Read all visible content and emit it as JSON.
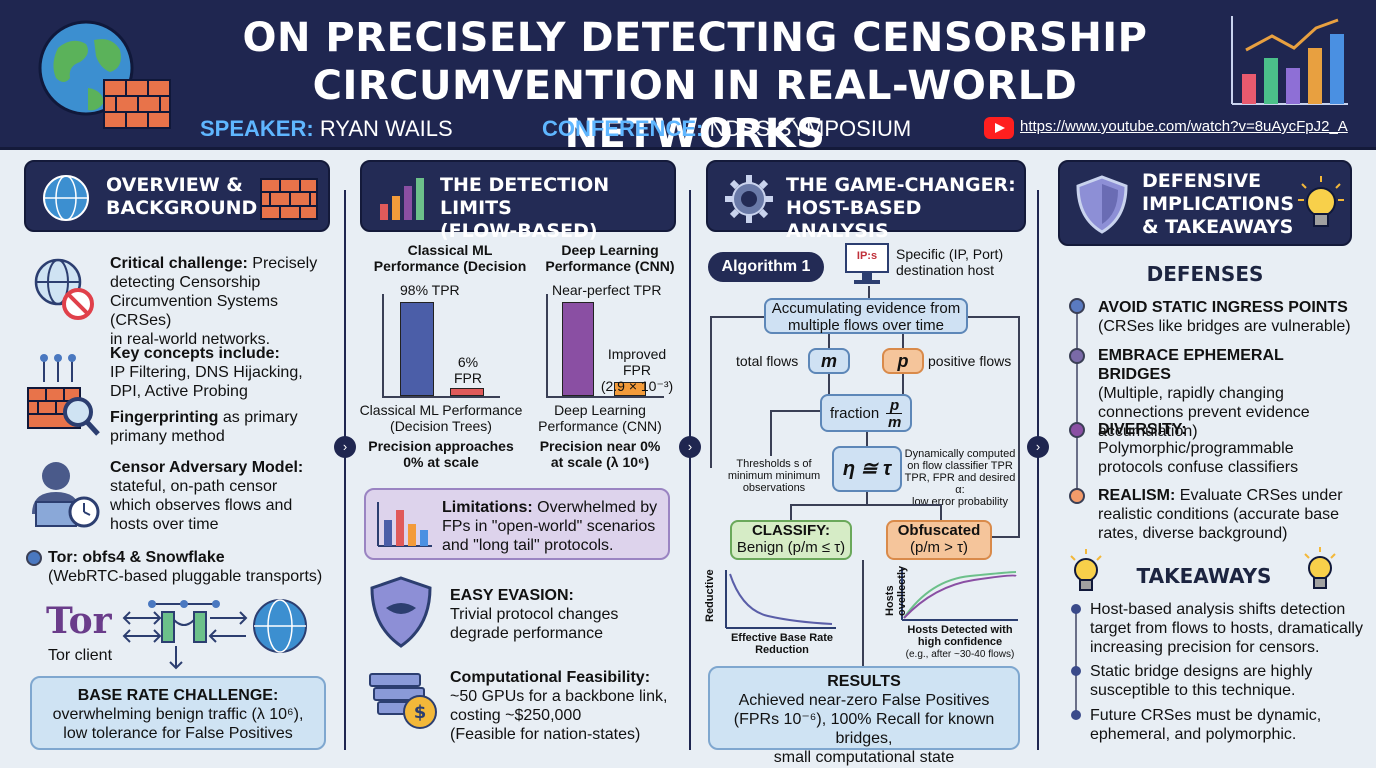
{
  "header": {
    "title_line1": "ON PRECISELY DETECTING CENSORSHIP",
    "title_line2": "CIRCUMVENTION IN REAL-WORLD NETWORKS",
    "speaker_label": "SPEAKER:",
    "speaker_name": "RYAN WAILS",
    "conference_label": "CONFERENCE:",
    "conference_name": "NDSS SYMPOSIUM",
    "url": "https://www.youtube.com/watch?v=8uAycFpJ2_A"
  },
  "col1": {
    "heading_line1": "OVERVIEW &",
    "heading_line2": "BACKGROUND",
    "challenge_bold": "Critical challenge:",
    "challenge_text1": "Precisely",
    "challenge_text2": "detecting Censorship",
    "challenge_text3": "Circumvention Systems (CRSes)",
    "challenge_text4": "in real-world networks.",
    "concepts_bold": "Key concepts include:",
    "concepts_text1": "IP Filtering, DNS Hijacking,",
    "concepts_text2": "DPI, Active Probing",
    "fp_bold": "Fingerprinting",
    "fp_text1": "as primary",
    "fp_text2": "primany method",
    "adv_bold": "Censor Adversary Model:",
    "adv_text1": "stateful, on-path censor",
    "adv_text2": "which observes flows and",
    "adv_text3": "hosts over time",
    "tor_bold": "Tor: obfs4 & Snowflake",
    "tor_text": "(WebRTC-based pluggable transports)",
    "tor_logo": "Tor",
    "tor_client": "Tor client",
    "base_bold": "BASE RATE CHALLENGE:",
    "base_text1": "overwhelming benign traffic (λ 10⁶),",
    "base_text2": "low tolerance for False Positives"
  },
  "col2": {
    "heading_line1": "THE DETECTION LIMITS",
    "heading_line2": "(FLOW-BASED)",
    "classical_title1": "Classical ML",
    "classical_title2": "Performance (Decision",
    "classical_tpr": "98% TPR",
    "classical_fpr1": "6%",
    "classical_fpr2": "FPR",
    "classical_caption1": "Classical ML Performance",
    "classical_caption2": "(Decision Trees)",
    "classical_prec1": "Precision approaches",
    "classical_prec2": "0% at scale",
    "deep_title1": "Deep Learning",
    "deep_title2": "Performance (CNN)",
    "deep_tpr": "Near-perfect TPR",
    "deep_fpr1": "Improved FPR",
    "deep_fpr2": "(2.9 × 10⁻³)",
    "deep_caption1": "Deep Learning",
    "deep_caption2": "Performance (CNN)",
    "deep_prec1": "Precision near 0%",
    "deep_prec2": "at scale (λ 10⁶)",
    "limit_bold": "Limitations:",
    "limit_text1": "Overwhelmed by",
    "limit_text2": "FPs in \"open-world\" scenarios",
    "limit_text3": "and \"long tail\" protocols.",
    "evasion_bold": "EASY EVASION:",
    "evasion_text1": "Trivial protocol changes",
    "evasion_text2": "degrade performance",
    "comp_bold": "Computational Feasibility:",
    "comp_text1": "~50 GPUs for a backbone link,",
    "comp_text2": "costing ~$250,000",
    "comp_text3": "(Feasible for nation-states)"
  },
  "col3": {
    "heading_line1": "THE GAME-CHANGER:",
    "heading_line2": "HOST-BASED ANALYSIS",
    "algo": "Algorithm 1",
    "monitor_label": "IP:s",
    "host_text1": "Specific (IP, Port)",
    "host_text2": "destination host",
    "accum1": "Accumulating evidence from",
    "accum2": "multiple flows over time",
    "total_flows": "total flows",
    "m": "m",
    "p": "p",
    "positive_flows": "positive flows",
    "fraction": "fraction",
    "frac_p": "p",
    "frac_m": "m",
    "eta": "η ≅ τ",
    "thresh1": "Thresholds s of",
    "thresh2": "minimum minimum",
    "thresh3": "observations",
    "dyn1": "Dynamically computed",
    "dyn2": "on flow classifier TPR",
    "dyn3": "TPR, FPR and desired α:",
    "dyn4": "low error probability",
    "classify_bold": "CLASSIFY:",
    "classify_text": "Benign (p/m ≤ τ)",
    "obf_bold": "Obfuscated",
    "obf_text": "(p/m > τ)",
    "reductive": "Reductive",
    "base_red1": "Effective Base Rate",
    "base_red2": "Reduction",
    "hosts_axis1": "Hosts",
    "hosts_axis2": "ovellectly",
    "hosts_det1": "Hosts Detected with",
    "hosts_det2": "high confidence",
    "hosts_det3": "(e.g., after ~30-40 flows)",
    "results_bold": "RESULTS",
    "results1": "Achieved near-zero False Positives",
    "results2": "(FPRs 10⁻⁶), 100% Recall for known bridges,",
    "results3": "small computational state"
  },
  "col4": {
    "heading_line1": "DEFENSIVE",
    "heading_line2": "IMPLICATIONS",
    "heading_line3": "& TAKEAWAYS",
    "defenses": "DEFENSES",
    "d1_bold": "AVOID STATIC INGRESS POINTS",
    "d1_text": "(CRSes like bridges are vulnerable)",
    "d2_bold": "EMBRACE EPHEMERAL BRIDGES",
    "d2_text1": "(Multiple, rapidly changing",
    "d2_text2": "connections prevent evidence",
    "d2_text3": "accumulation)",
    "d3_bold": "DIVERSITY:",
    "d3_text1": "Polymorphic/programmable",
    "d3_text2": "protocols confuse classifiers",
    "d4_bold": "REALISM:",
    "d4_text1": "Evaluate CRSes under",
    "d4_text2": "realistic conditions (accurate base",
    "d4_text3": "rates, diverse background)",
    "takeaways": "TAKEAWAYS",
    "t1_1": "Host-based analysis shifts detection",
    "t1_2": "target from flows to hosts, dramatically",
    "t1_3": "increasing precision for censors.",
    "t2_1": "Static bridge designs are highly",
    "t2_2": "susceptible to this technique.",
    "t3_1": "Future CRSes must be dynamic,",
    "t3_2": "ephemeral, and polymorphic."
  },
  "colors": {
    "navy": "#1f2650",
    "accent_blue": "#5fb6ff",
    "bar_blue": "#4b5ea8",
    "bar_purple": "#8a4fa3",
    "bar_red": "#e05a5a",
    "bar_orange": "#f39b3a",
    "classify_green": "#d6ecc6",
    "obf_orange": "#f5c59b",
    "limit_lavender": "#ddd3ec"
  },
  "icons": [
    "globe-icon",
    "brick-wall-icon",
    "bar-chart-icon",
    "gear-icon",
    "shield-icon",
    "lightbulb-icon",
    "youtube-icon",
    "magnifier-icon",
    "person-laptop-icon",
    "tor-onion-icon",
    "server-money-icon"
  ]
}
